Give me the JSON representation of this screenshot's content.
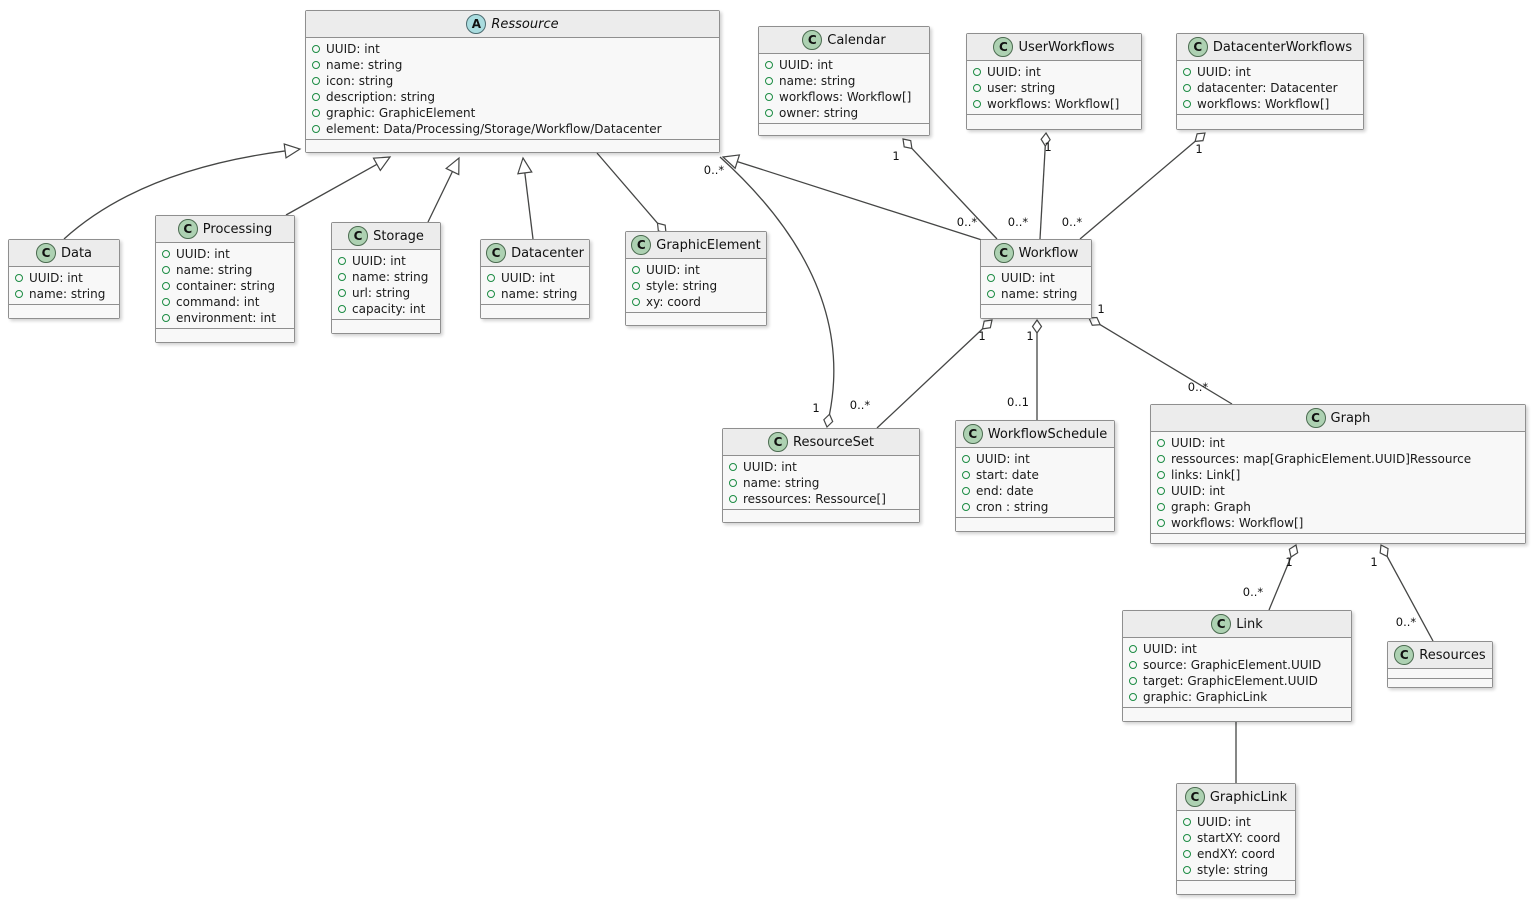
{
  "diagram": {
    "type": "uml-class-diagram",
    "classes": {
      "ressource": {
        "icon": "A",
        "name": "Ressource",
        "attributes": [
          "UUID: int",
          "name: string",
          "icon: string",
          "description: string",
          "graphic: GraphicElement",
          "element: Data/Processing/Storage/Workflow/Datacenter"
        ]
      },
      "calendar": {
        "icon": "C",
        "name": "Calendar",
        "attributes": [
          "UUID: int",
          "name: string",
          "workflows: Workflow[]",
          "owner: string"
        ]
      },
      "userworkflows": {
        "icon": "C",
        "name": "UserWorkflows",
        "attributes": [
          "UUID: int",
          "user: string",
          "workflows: Workflow[]"
        ]
      },
      "datacenterworkflows": {
        "icon": "C",
        "name": "DatacenterWorkflows",
        "attributes": [
          "UUID: int",
          "datacenter: Datacenter",
          "workflows: Workflow[]"
        ]
      },
      "data": {
        "icon": "C",
        "name": "Data",
        "attributes": [
          "UUID: int",
          "name: string"
        ]
      },
      "processing": {
        "icon": "C",
        "name": "Processing",
        "attributes": [
          "UUID: int",
          "name: string",
          "container: string",
          "command: int",
          "environment: int"
        ]
      },
      "storage": {
        "icon": "C",
        "name": "Storage",
        "attributes": [
          "UUID: int",
          "name: string",
          "url: string",
          "capacity: int"
        ]
      },
      "datacenter": {
        "icon": "C",
        "name": "Datacenter",
        "attributes": [
          "UUID: int",
          "name: string"
        ]
      },
      "graphicelement": {
        "icon": "C",
        "name": "GraphicElement",
        "attributes": [
          "UUID: int",
          "style: string",
          "xy: coord"
        ]
      },
      "workflow": {
        "icon": "C",
        "name": "Workflow",
        "attributes": [
          "UUID: int",
          "name: string"
        ]
      },
      "resourceset": {
        "icon": "C",
        "name": "ResourceSet",
        "attributes": [
          "UUID: int",
          "name: string",
          "ressources: Ressource[]"
        ]
      },
      "workflowschedule": {
        "icon": "C",
        "name": "WorkflowSchedule",
        "attributes": [
          "UUID: int",
          "start: date",
          "end: date",
          "cron : string"
        ]
      },
      "graph": {
        "icon": "C",
        "name": "Graph",
        "attributes": [
          "UUID: int",
          "ressources: map[GraphicElement.UUID]Ressource",
          "links: Link[]",
          "UUID: int",
          "graph: Graph",
          "workflows: Workflow[]"
        ]
      },
      "link": {
        "icon": "C",
        "name": "Link",
        "attributes": [
          "UUID: int",
          "source: GraphicElement.UUID",
          "target: GraphicElement.UUID",
          "graphic: GraphicLink"
        ]
      },
      "resources": {
        "icon": "C",
        "name": "Resources",
        "attributes": []
      },
      "graphiclink": {
        "icon": "C",
        "name": "GraphicLink",
        "attributes": [
          "UUID: int",
          "startXY: coord",
          "endXY: coord",
          "style: string"
        ]
      }
    },
    "multiplicity": {
      "calendar_near": "1",
      "calendar_far": "0..*",
      "userworkflows_near": "1",
      "userworkflows_far": "0..*",
      "datacenterworkflows_near": "1",
      "datacenterworkflows_far": "0..*",
      "resourceset_ressource_near": "1",
      "resourceset_ressource_far": "0..*",
      "workflow_resourceset_near": "1",
      "workflow_resourceset_far": "0..*",
      "workflow_schedule_near": "1",
      "workflow_schedule_far": "0..1",
      "workflow_graph_near": "1",
      "workflow_graph_far": "0..*",
      "graph_link_near": "1",
      "graph_link_far": "0..*",
      "graph_resources_near": "1",
      "graph_resources_far": "0..*"
    }
  }
}
